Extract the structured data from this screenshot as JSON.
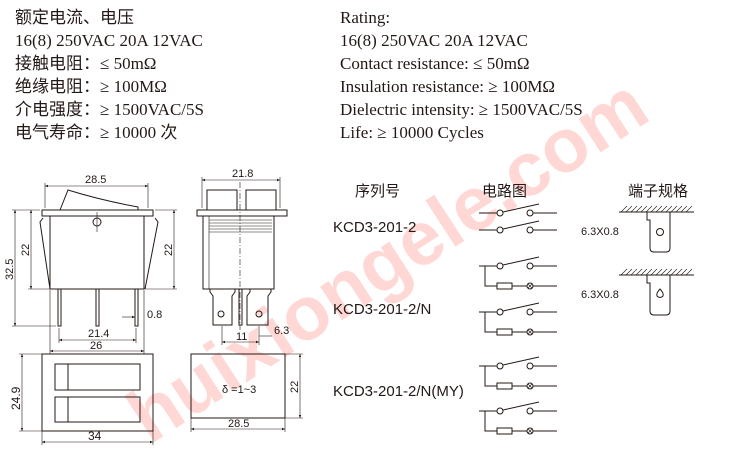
{
  "specs_cn": [
    "额定电流、电压",
    "16(8) 250VAC  20A 12VAC",
    "接触电阻：≤ 50mΩ",
    "绝缘电阻：≥ 100MΩ",
    "介电强度：≥ 1500VAC/5S",
    "电气寿命：≥ 10000 次"
  ],
  "specs_en": [
    "Rating:",
    "16(8) 250VAC  20A 12VAC",
    "Contact resistance: ≤ 50mΩ",
    "Insulation resistance: ≥ 100MΩ",
    "Dielectric intensity: ≥ 1500VAC/5S",
    "Life: ≥ 10000 Cycles"
  ],
  "dims": {
    "top_width": "28.5",
    "total_height": "32.5",
    "body_height_left": "22",
    "body_height_right": "22",
    "pin_thickness": "0.8",
    "pin_span": "21.4",
    "body_width": "26",
    "side_width": "21.8",
    "terminal_pitch": "11",
    "terminal_width": "6.3",
    "frame_height": "24.9",
    "frame_width": "34",
    "panel_height": "22",
    "panel_width": "28.5",
    "panel_thickness": "δ =1~3"
  },
  "table": {
    "headers": [
      "序列号",
      "电路图",
      "端子规格"
    ],
    "models": [
      "KCD3-201-2",
      "KCD3-201-2/N",
      "KCD3-201-2/N(MY)"
    ],
    "terminal_specs": [
      "6.3X0.8",
      "6.3X0.8"
    ]
  },
  "watermark": "huixiongele.com"
}
